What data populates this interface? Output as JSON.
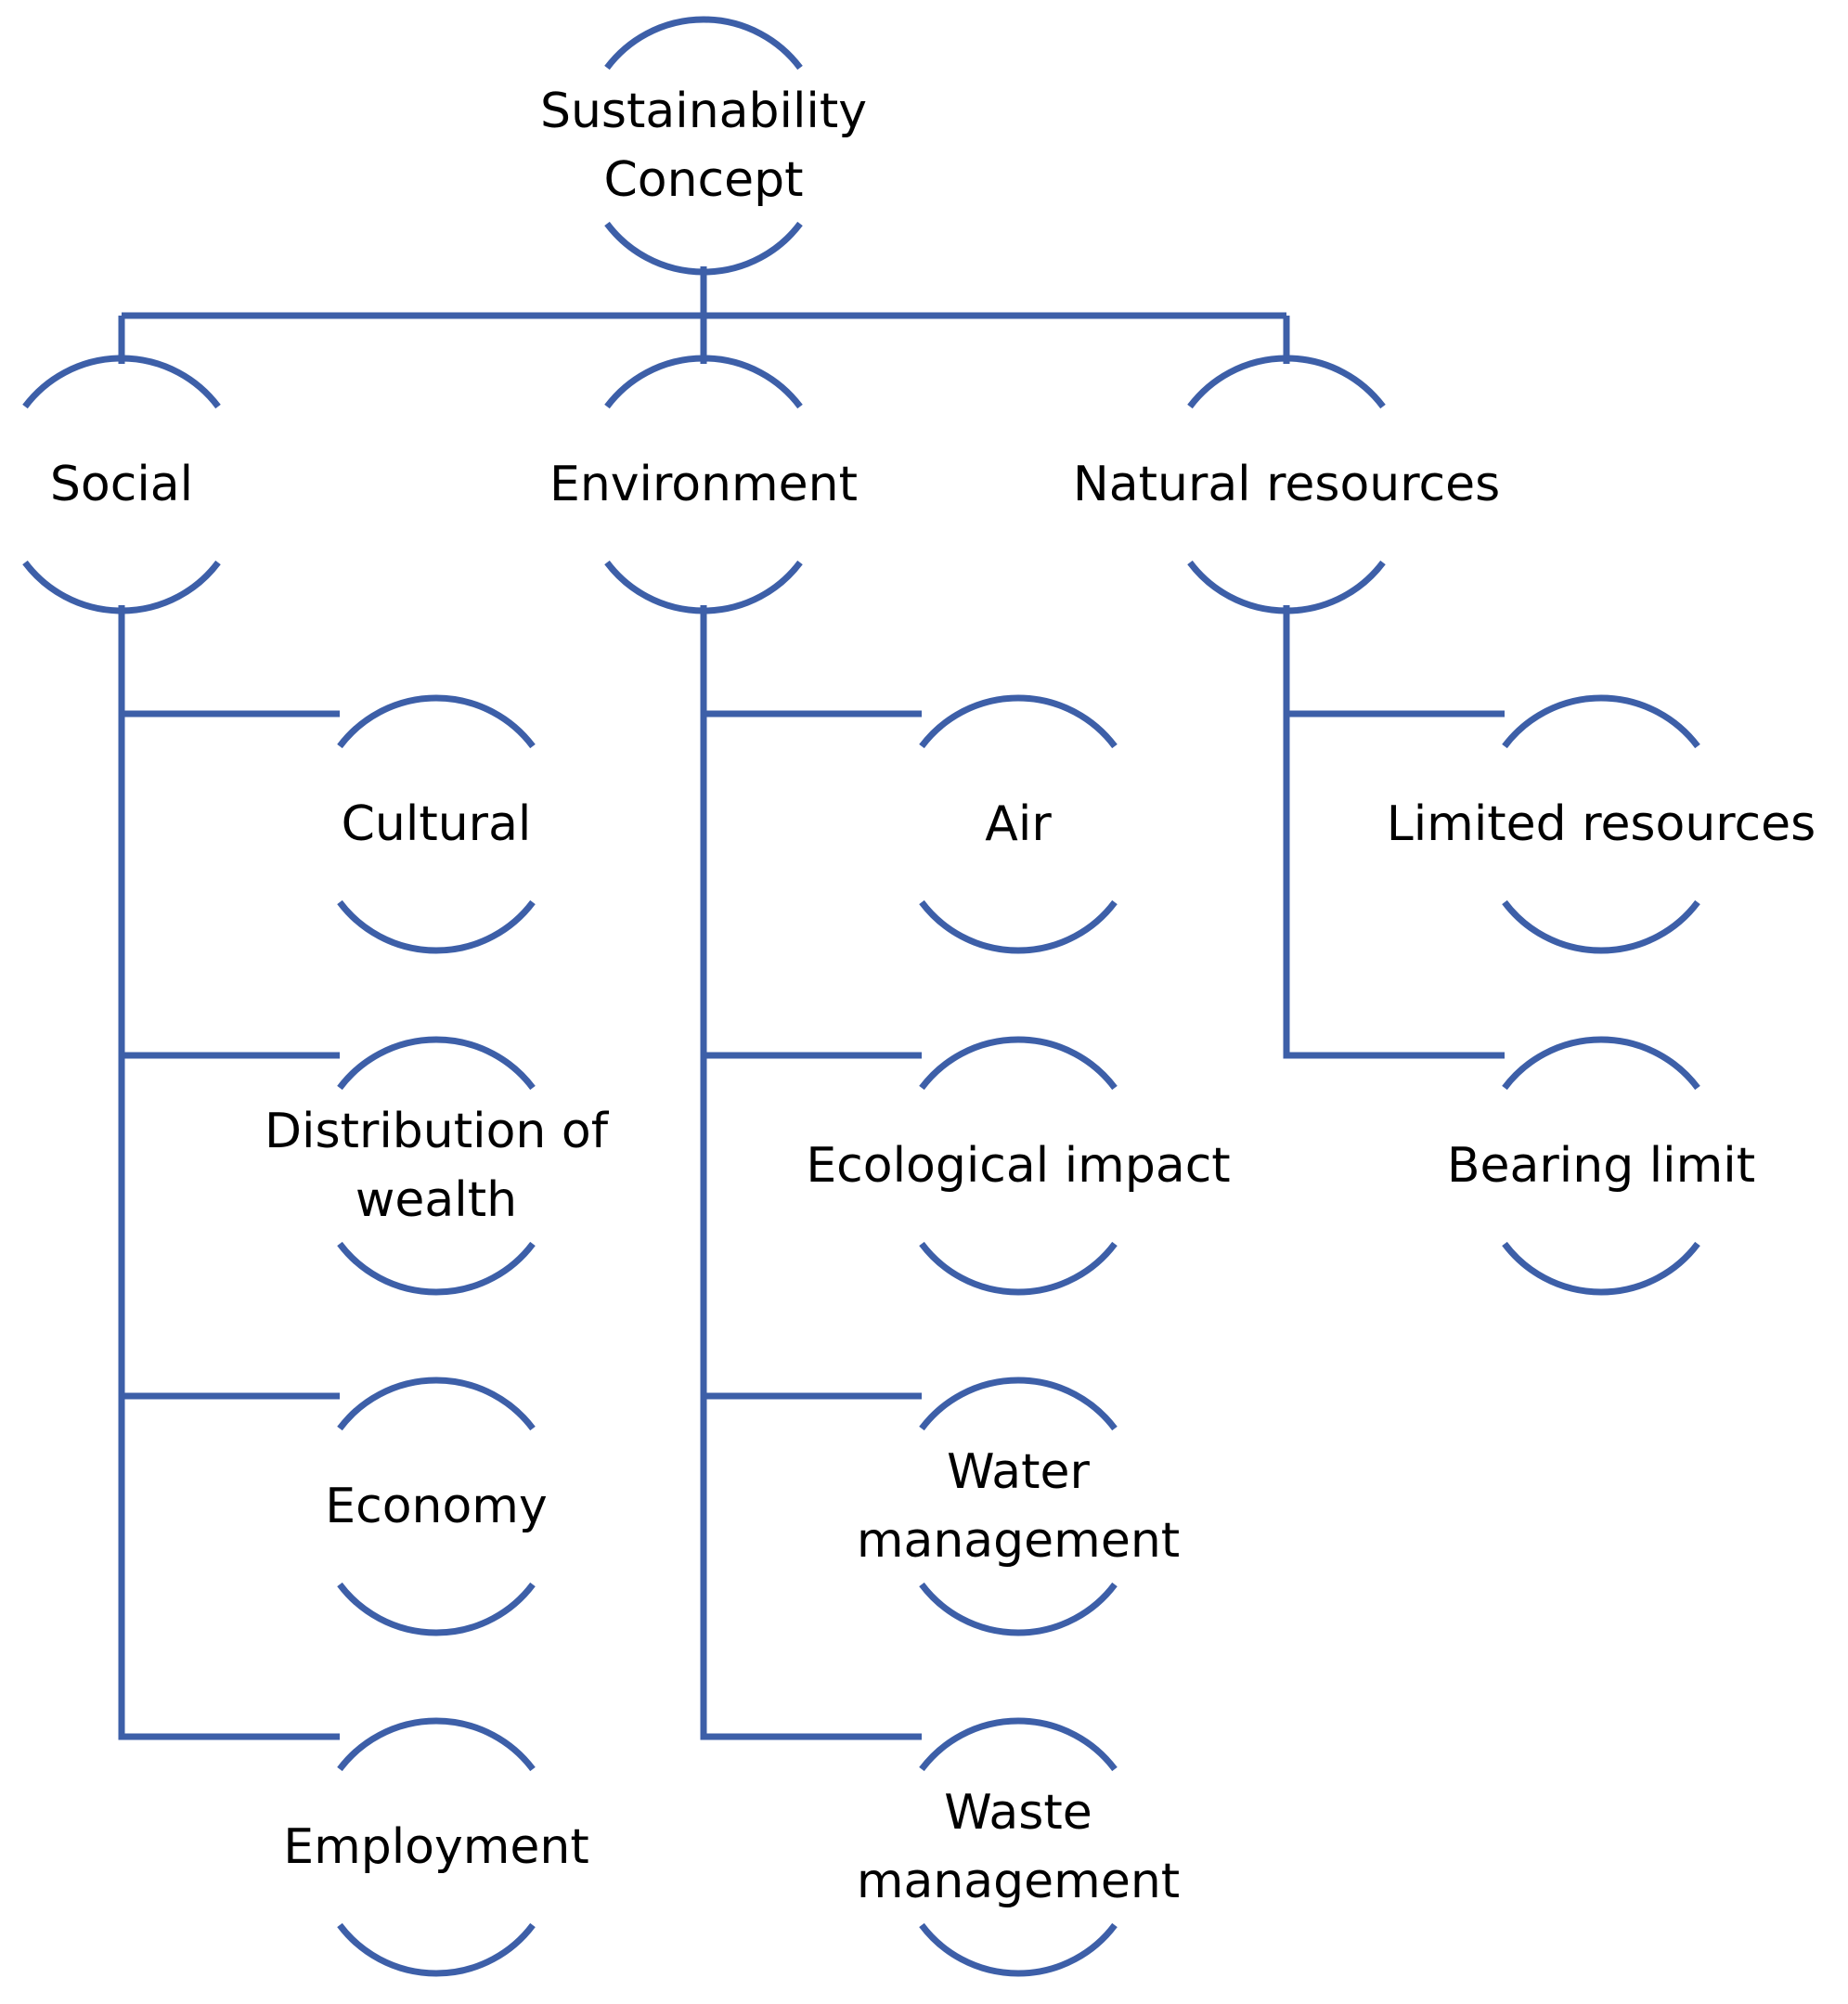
{
  "colors": {
    "line": "#3D5FA8",
    "text": "#000000",
    "background": "#FFFFFF"
  },
  "root": {
    "id": "root",
    "label_lines": [
      "Sustainability",
      "Concept"
    ]
  },
  "categories": [
    {
      "id": "social",
      "label_lines": [
        "Social"
      ],
      "children": [
        {
          "id": "cultural",
          "label_lines": [
            "Cultural"
          ]
        },
        {
          "id": "distribution-of-wealth",
          "label_lines": [
            "Distribution of",
            "wealth"
          ]
        },
        {
          "id": "economy",
          "label_lines": [
            "Economy"
          ]
        },
        {
          "id": "employment",
          "label_lines": [
            "Employment"
          ]
        }
      ]
    },
    {
      "id": "environment",
      "label_lines": [
        "Environment"
      ],
      "children": [
        {
          "id": "air",
          "label_lines": [
            "Air"
          ]
        },
        {
          "id": "ecological-impact",
          "label_lines": [
            "Ecological impact"
          ]
        },
        {
          "id": "water-management",
          "label_lines": [
            "Water",
            "management"
          ]
        },
        {
          "id": "waste-management",
          "label_lines": [
            "Waste",
            "management"
          ]
        }
      ]
    },
    {
      "id": "natural-resources",
      "label_lines": [
        "Natural resources"
      ],
      "children": [
        {
          "id": "limited-resources",
          "label_lines": [
            "Limited resources"
          ]
        },
        {
          "id": "bearing-limit",
          "label_lines": [
            "Bearing limit"
          ]
        }
      ]
    }
  ]
}
